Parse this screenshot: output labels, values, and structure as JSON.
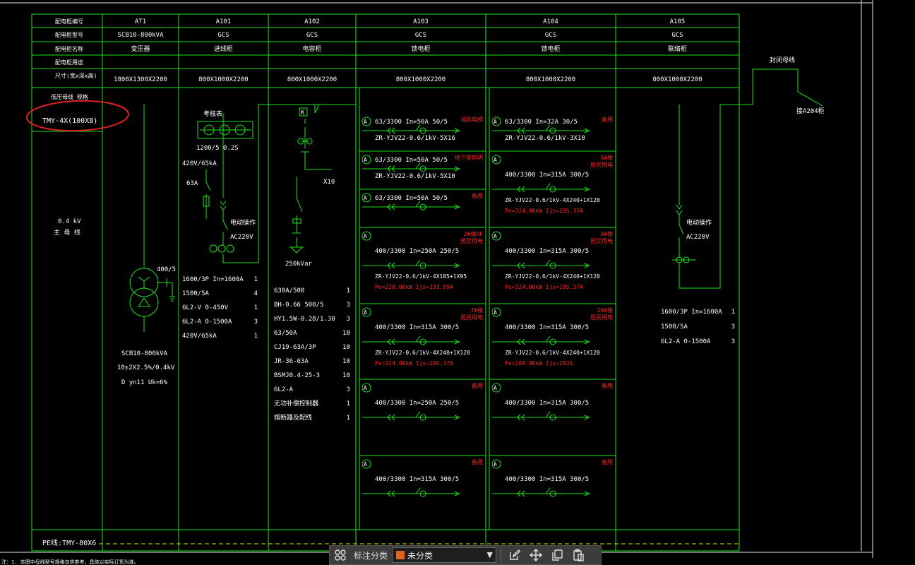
{
  "table": {
    "row_labels": [
      "配电柜编号",
      "配电柜型号",
      "配电柜名称",
      "配电柜用途",
      "尺寸(宽x深x高)",
      "低压母线 规格"
    ],
    "columns": [
      {
        "id": "AT1",
        "model": "SCB10-800kVA",
        "name": "变压器",
        "size": "1800X1300X2200"
      },
      {
        "id": "A101",
        "model": "GCS",
        "name": "进线柜",
        "size": "800X1000X2200"
      },
      {
        "id": "A102",
        "model": "GCS",
        "name": "电容柜",
        "size": "800X1000X2200"
      },
      {
        "id": "A103",
        "model": "GCS",
        "name": "馈电柜",
        "size": "800X1000X2200"
      },
      {
        "id": "A104",
        "model": "GCS",
        "name": "馈电柜",
        "size": "800X1000X2200"
      },
      {
        "id": "A105",
        "model": "GCS",
        "name": "联络柜",
        "size": "800X1000X2200"
      }
    ],
    "busbar_spec": "TMY-4X(100X8)",
    "main_bus": [
      "0.4 kV",
      "主 母 线"
    ],
    "pe_line": "PE线:TMY-80X6"
  },
  "transformer": {
    "ct": "400/5",
    "model": "SCB10-800kVA",
    "ratio": "10±2X2.5%/0.4kV",
    "vector": "D yn11 Uk=6%"
  },
  "incoming": {
    "meter_label": "考核表",
    "ct": "1200/5",
    "ct_class": "0.2S",
    "arrester": "420V/65kA",
    "fuse": "63A",
    "interlock": "电动操作",
    "interlock_v": "AC220V",
    "materials": [
      {
        "spec": "1600/3P In=1600A",
        "qty": "1"
      },
      {
        "spec": "1500/5A",
        "qty": "4"
      },
      {
        "spec": "6L2-V 0-450V",
        "qty": "1"
      },
      {
        "spec": "6L2-A 0-1500A",
        "qty": "3"
      },
      {
        "spec": "420V/65kA",
        "qty": "1"
      }
    ]
  },
  "capacitor": {
    "k_label": "K",
    "x10": "X10",
    "kvar": "250kVar",
    "materials": [
      {
        "spec": "630A/500",
        "qty": "1"
      },
      {
        "spec": "BH-0.66 500/5",
        "qty": "3"
      },
      {
        "spec": "HY1.5W-0.28/1.30",
        "qty": "3"
      },
      {
        "spec": "63/50A",
        "qty": "10"
      },
      {
        "spec": "CJ19-63A/3P",
        "qty": "10"
      },
      {
        "spec": "JR-36-63A",
        "qty": "10"
      },
      {
        "spec": "BSMJ0.4-25-3",
        "qty": "10"
      },
      {
        "spec": "6L2-A",
        "qty": "3"
      },
      {
        "spec": "无功补偿控制器",
        "qty": "1"
      },
      {
        "spec": "熔断器及配线",
        "qty": "1"
      }
    ]
  },
  "feeders_a103": [
    {
      "breaker": "63/3300  In=50A 50/5",
      "cable": "ZR-YJV22-0.6/1kV-5X16",
      "name": "消防电梯",
      "pe": ""
    },
    {
      "breaker": "63/3300  In=50A 50/5",
      "cable": "ZR-YJV22-0.6/1kV-5X10",
      "name": "地下室照明",
      "pe": ""
    },
    {
      "breaker": "63/3300  In=50A 50/5",
      "cable": "",
      "name": "备用",
      "pe": ""
    },
    {
      "breaker": "400/3300  In=250A 250/5",
      "cable": "ZR-YJV22-0.6/1kV-4X185+1X95",
      "name": "2#楼DF 居民用电",
      "pe": "Pe=220.00kW Ijs=233.99A"
    },
    {
      "breaker": "400/3300  In=315A 300/5",
      "cable": "ZR-YJV22-0.6/1kV-4X240+1X120",
      "name": "7#楼 居民用电",
      "pe": "Pe=324.00kW Ijs=295.37A"
    },
    {
      "breaker": "400/3300  In=250A 250/5",
      "cable": "",
      "name": "备用",
      "pe": ""
    },
    {
      "breaker": "400/3300  In=315A 300/5",
      "cable": "",
      "name": "备用",
      "pe": ""
    }
  ],
  "feeders_a104": [
    {
      "breaker": "63/3300  In=32A 30/5",
      "cable": "ZR-YJV22-0.6/1kV-3X10",
      "name": "备用",
      "pe": ""
    },
    {
      "breaker": "400/3300  In=315A 300/5",
      "cable": "ZR-YJV22-0.6/1kV-4X240+1X120",
      "name": "8#楼 居民用电",
      "pe": "Pe=324.00kW Ijs=295.37A"
    },
    {
      "breaker": "400/3300  In=315A 300/5",
      "cable": "ZR-YJV22-0.6/1kV-4X240+1X120",
      "name": "9#楼 居民用电",
      "pe": "Pe=324.00kW Ijs=295.37A"
    },
    {
      "breaker": "400/3300  In=315A 300/5",
      "cable": "ZR-YJV22-0.6/1kV-4X240+1X120",
      "name": "10#楼 居民用电",
      "pe": "Pe=288.00kW Ijs=263A"
    },
    {
      "breaker": "400/3300  In=315A 300/5",
      "cable": "",
      "name": "备用",
      "pe": ""
    },
    {
      "breaker": "400/3300  In=315A 300/5",
      "cable": "",
      "name": "备用",
      "pe": ""
    }
  ],
  "tie": {
    "interlock": "电动操作",
    "interlock_v": "AC220V",
    "materials": [
      {
        "spec": "1600/3P In=1600A",
        "qty": "1"
      },
      {
        "spec": "1500/5A",
        "qty": "3"
      },
      {
        "spec": "6L2-A 0-1500A",
        "qty": "3"
      }
    ]
  },
  "right_notes": {
    "bus_duct": "封闭母线",
    "connect": "接A204柜"
  },
  "bottom_note": "注：1. 本图中母线型号规格仅供参考，具体以实际订货为准。",
  "annotation_circle_color": "#e02020",
  "toolbar": {
    "label": "标注分类",
    "category_value": "未分类",
    "swatch_color": "#e0641e",
    "caret": "▼"
  }
}
